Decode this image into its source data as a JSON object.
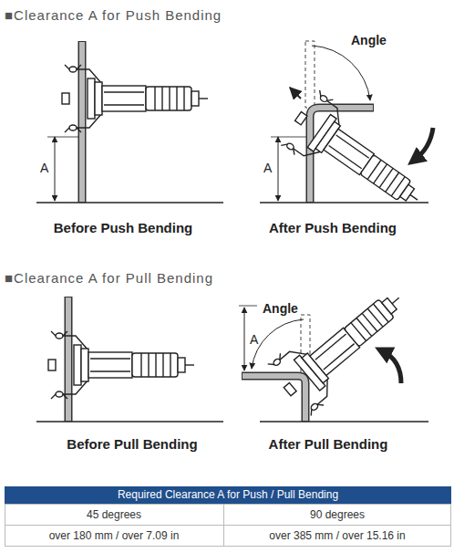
{
  "diagram": {
    "labels": [
      "■Clearance A for Push Bending",
      "A",
      "Before Push Bending",
      "Angle",
      "A",
      "After Push Bending",
      "■Clearance A for Pull Bending",
      "Before Pull Bending",
      "A",
      "Angle",
      "After Pull Bending",
      "Required Clearance A for Push / Pull Bending",
      "45 degrees",
      "90 degrees",
      "over 180 mm / over 7.09 in",
      "over 385 mm / over 15.16 in"
    ]
  }
}
